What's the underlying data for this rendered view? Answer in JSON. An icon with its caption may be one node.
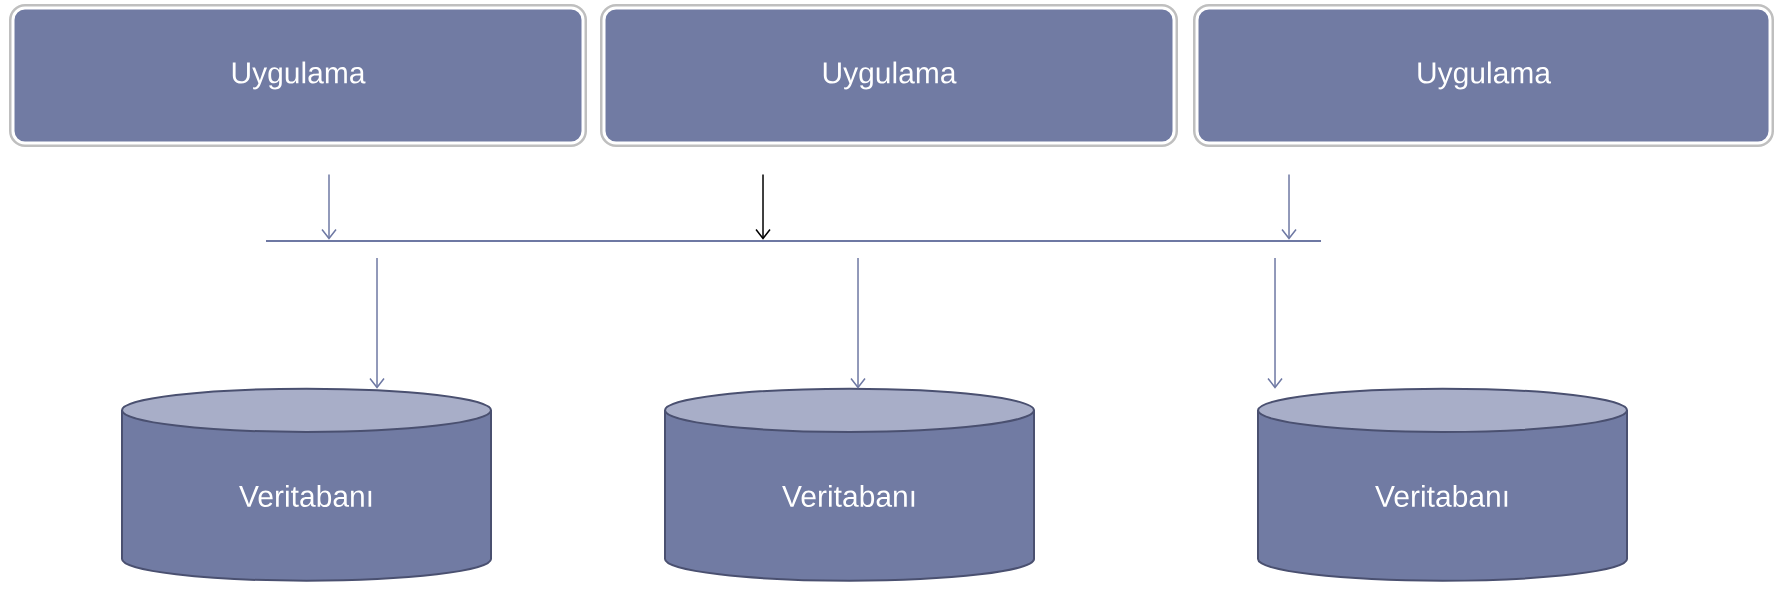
{
  "diagram": {
    "nodes": [
      {
        "text": [
          "Uygulama"
        ]
      },
      {
        "text": [
          "Uygulama"
        ]
      },
      {
        "text": [
          "Uygulama"
        ]
      },
      {
        "text": [],
        "shape": "bar"
      },
      {
        "text": [
          "Veritabanı"
        ]
      },
      {
        "text": [
          "Veritabanı"
        ]
      },
      {
        "text": [
          "Veritabanı"
        ]
      }
    ],
    "edges": [
      {
        "from": 0,
        "to": 3,
        "arrow": "to"
      },
      {
        "from": 1,
        "to": 3,
        "arrow": "to",
        "color": "#000000"
      },
      {
        "from": 2,
        "to": 3,
        "arrow": "to"
      },
      {
        "from": 3,
        "to": 4,
        "arrow": "to"
      },
      {
        "from": 3,
        "to": 5,
        "arrow": "to"
      },
      {
        "from": 3,
        "to": 6,
        "arrow": "to"
      }
    ]
  }
}
